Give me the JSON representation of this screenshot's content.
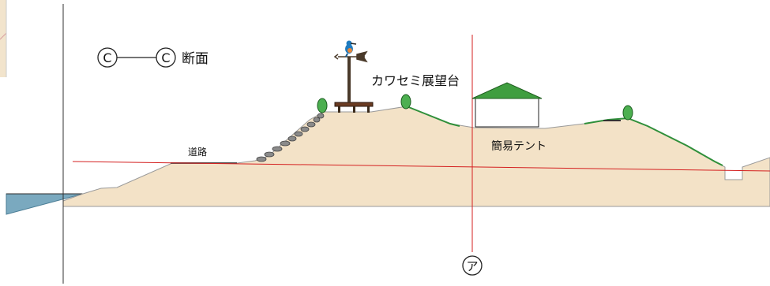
{
  "section": {
    "label_left": "C",
    "label_right": "C",
    "suffix": "断面"
  },
  "labels": {
    "observatory": "カワセミ展望台",
    "tent": "簡易テント",
    "road": "道路"
  },
  "marker": {
    "symbol": "ア"
  },
  "colors": {
    "ground": "#f3e2c7",
    "ground_edge": "#9a9a9a",
    "grass": "#2f8f3a",
    "water": "#7aa9bf",
    "red_line": "#d42020",
    "tent_roof": "#3f9e3f",
    "tree": "#4caf50",
    "bench": "#6b3b22",
    "pole": "#4a3a2a"
  },
  "icons": {
    "bird": "kingfisher-icon",
    "weathervane": "weathervane-icon"
  }
}
